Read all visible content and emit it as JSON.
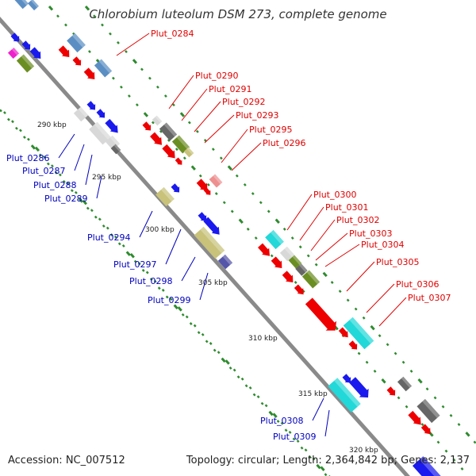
{
  "title": "Chlorobium luteolum DSM 273, complete genome",
  "footer": {
    "accession": "Accession: NC_007512",
    "topology": "Topology: circular; Length: 2,364,842 bp; Genes: 2,137"
  },
  "colors": {
    "backbone": "#8a8a8a",
    "tick": "#2e8b2e",
    "forward_label": "#e00000",
    "reverse_label": "#0000c0",
    "red": "#ee0000",
    "blue": "#1a1aee",
    "steel": "#5b8fc4",
    "green": "#6b8e23",
    "grey": "#d8d8d8",
    "darkgrey": "#666666",
    "khaki": "#c8c27a",
    "cyan": "#22d8d8",
    "pink": "#ee9090",
    "magenta": "#ee22cc",
    "slate": "#5555aa"
  },
  "scale_labels": [
    "290 kbp",
    "295 kbp",
    "300 kbp",
    "305 kbp",
    "310 kbp",
    "315 kbp",
    "320 kbp"
  ],
  "forward_genes": [
    "Plut_0284",
    "Plut_0290",
    "Plut_0291",
    "Plut_0292",
    "Plut_0293",
    "Plut_0295",
    "Plut_0296",
    "Plut_0300",
    "Plut_0301",
    "Plut_0302",
    "Plut_0303",
    "Plut_0304",
    "Plut_0305",
    "Plut_0306",
    "Plut_0307"
  ],
  "reverse_genes": [
    "Plut_0286",
    "Plut_0287",
    "Plut_0288",
    "Plut_0289",
    "Plut_0294",
    "Plut_0297",
    "Plut_0298",
    "Plut_0299",
    "Plut_0308",
    "Plut_0309"
  ]
}
